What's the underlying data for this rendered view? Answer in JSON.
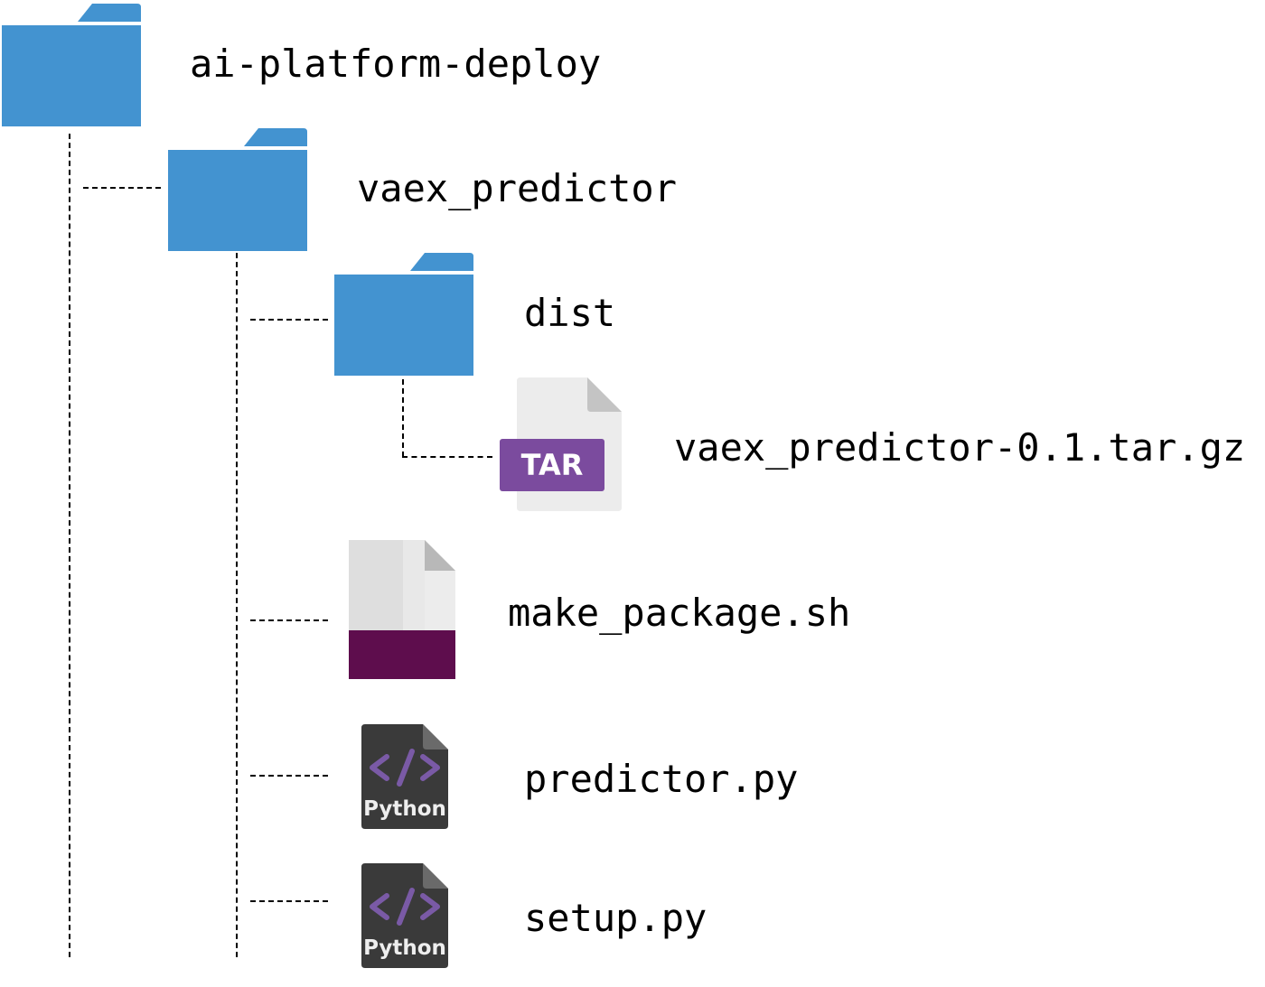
{
  "colors": {
    "folder": "#4393d0",
    "tar_badge": "#7b4b9e",
    "shell_band": "#5e0d4d",
    "python_icon": "#3a3a3a",
    "python_glyph": "#7a5aa6"
  },
  "tree": {
    "root": {
      "name": "ai-platform-deploy",
      "icon": "folder-icon"
    },
    "package": {
      "name": "vaex_predictor",
      "icon": "folder-icon"
    },
    "dist": {
      "name": "dist",
      "icon": "folder-icon"
    },
    "archive": {
      "name": "vaex_predictor-0.1.tar.gz",
      "icon": "tar-file-icon",
      "badge": "TAR"
    },
    "script": {
      "name": "make_package.sh",
      "icon": "shell-file-icon"
    },
    "predictor": {
      "name": "predictor.py",
      "icon": "python-file-icon",
      "badge": "Python"
    },
    "setup": {
      "name": "setup.py",
      "icon": "python-file-icon",
      "badge": "Python"
    }
  }
}
